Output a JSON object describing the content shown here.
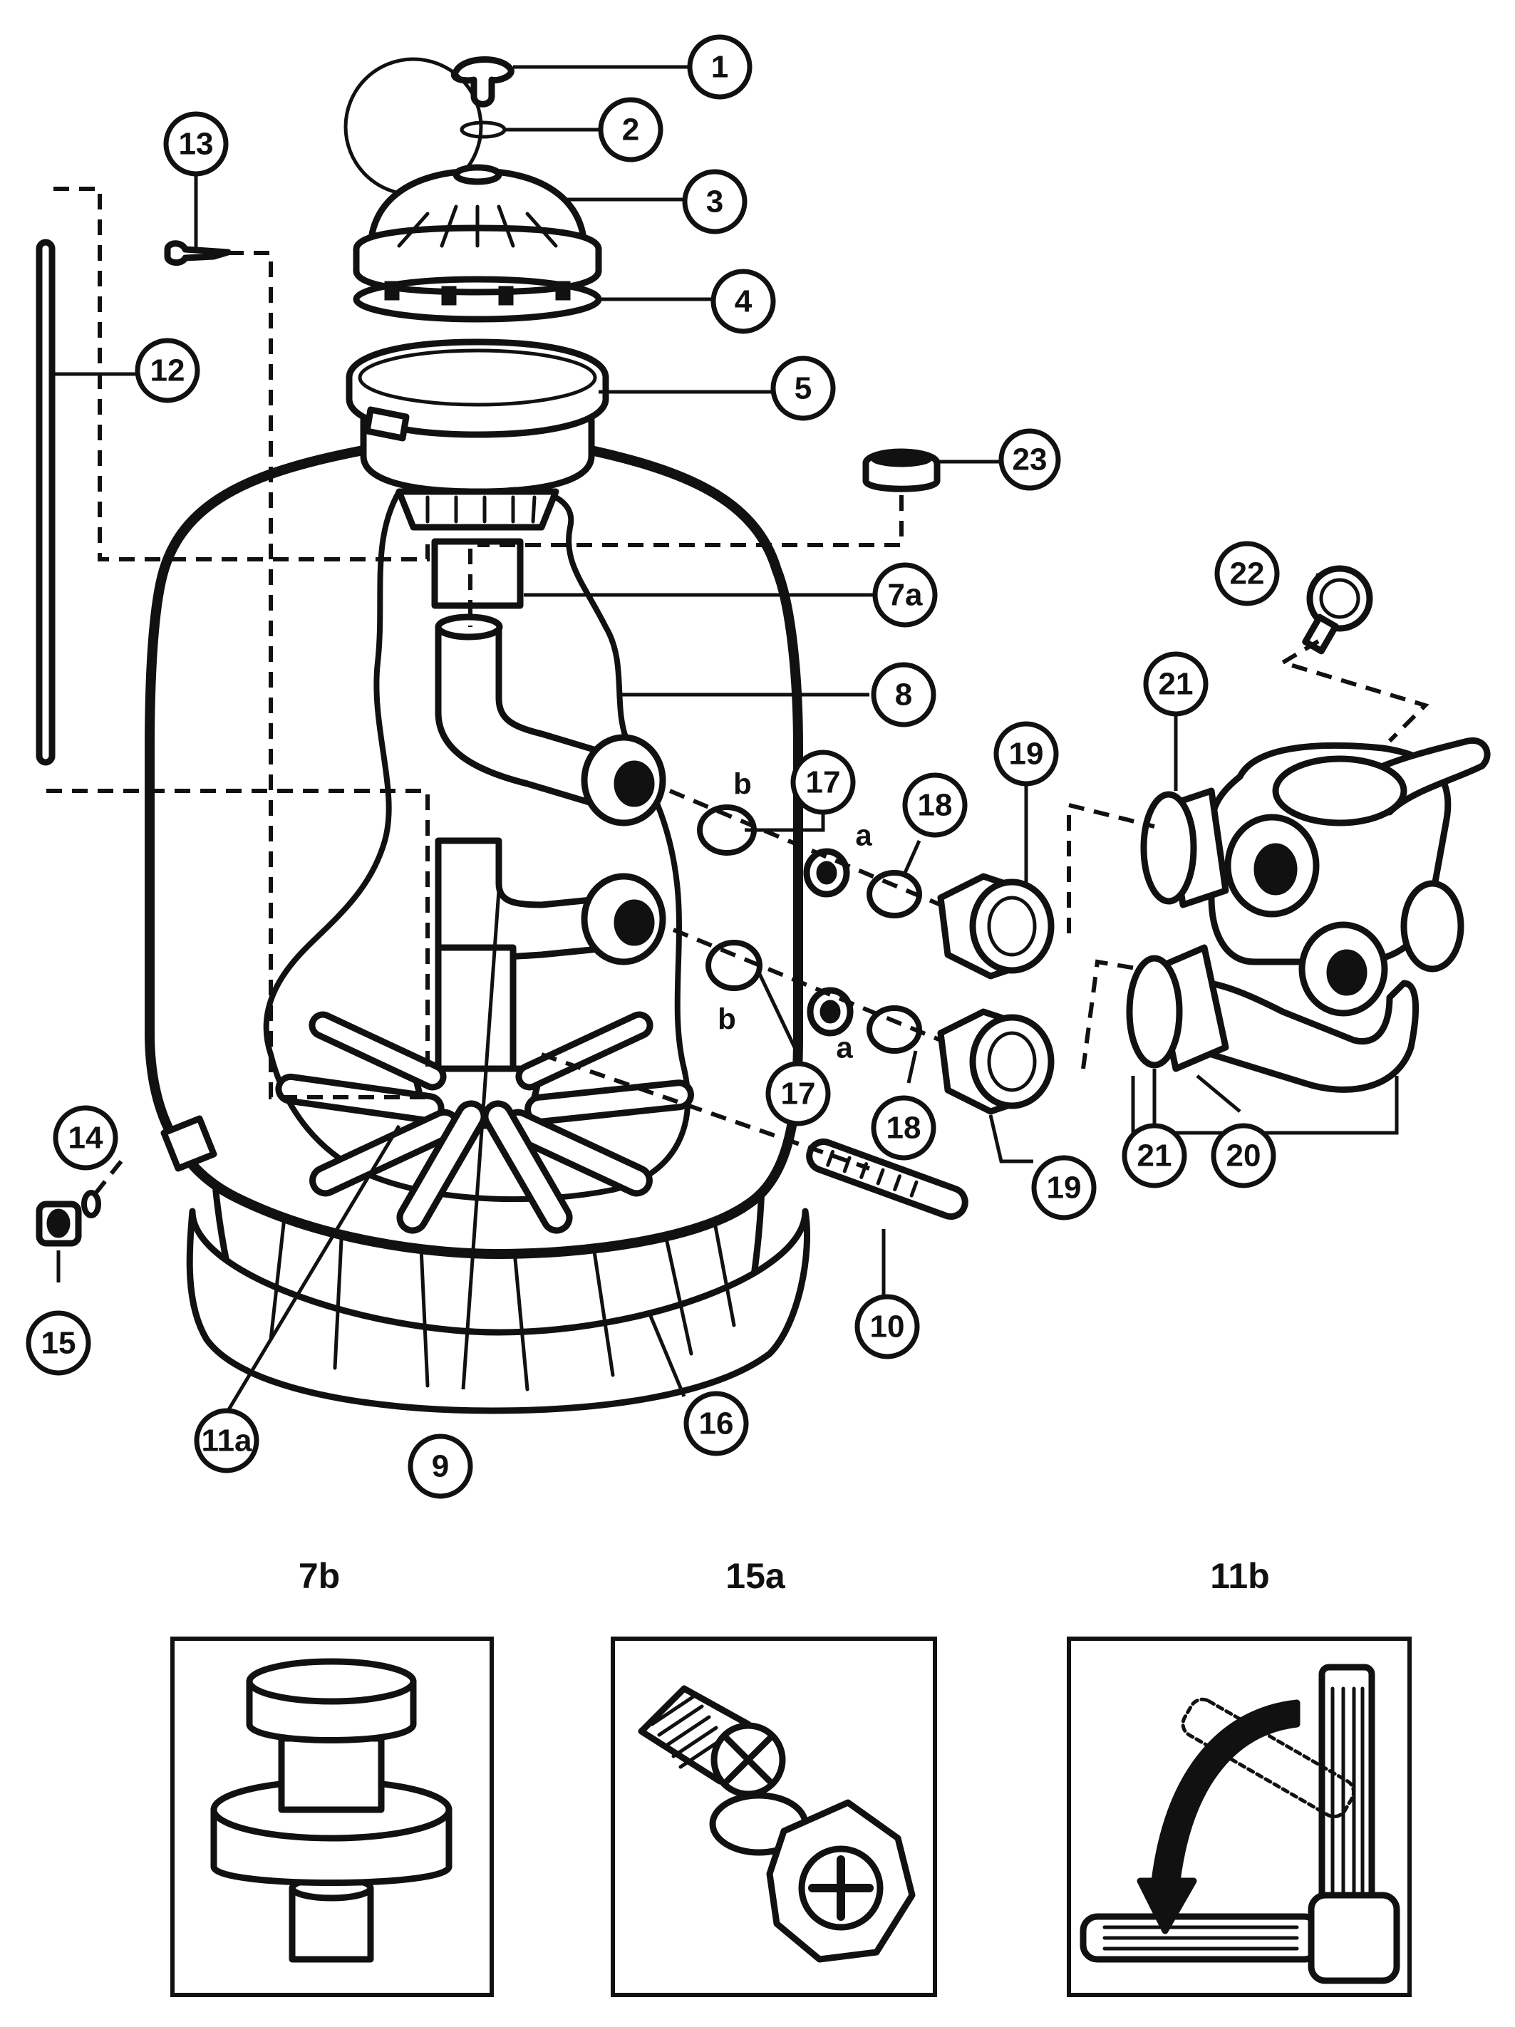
{
  "callouts": {
    "c1": "1",
    "c2": "2",
    "c3": "3",
    "c4": "4",
    "c5": "5",
    "c7a": "7a",
    "c8": "8",
    "c9": "9",
    "c10": "10",
    "c11a": "11a",
    "c12": "12",
    "c13": "13",
    "c14": "14",
    "c15": "15",
    "c16": "16",
    "c17_top": "17",
    "c17_bottom": "17",
    "c18_top": "18",
    "c18_bottom": "18",
    "c19_top": "19",
    "c19_bottom": "19",
    "c20": "20",
    "c21_top": "21",
    "c21_bottom": "21",
    "c22": "22",
    "c23": "23"
  },
  "sublabels": {
    "b_top": "b",
    "a_top": "a",
    "b_bottom": "b",
    "a_bottom": "a"
  },
  "insets": {
    "inset_7b": "7b",
    "inset_15a": "15a",
    "inset_11b": "11b"
  }
}
